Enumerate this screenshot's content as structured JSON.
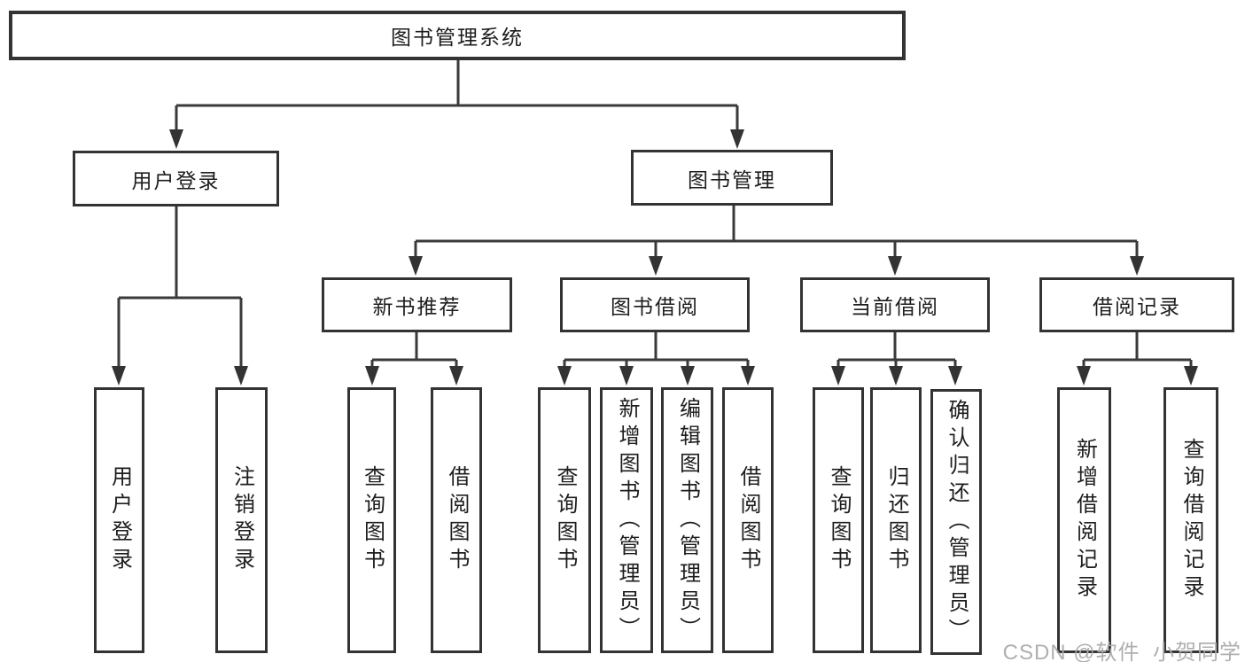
{
  "title": "图书管理系统",
  "level2": [
    "用户登录",
    "图书管理"
  ],
  "level3": [
    "新书推荐",
    "图书借阅",
    "当前借阅",
    "借阅记录"
  ],
  "leaves": {
    "login": [
      "用户登录",
      "注销登录"
    ],
    "recommend": [
      "查询图书",
      "借阅图书"
    ],
    "borrow": [
      "查询图书",
      "新增图书（管理员）",
      "编辑图书（管理员）",
      "借阅图书"
    ],
    "current": [
      "查询图书",
      "归还图书",
      "确认归还（管理员）"
    ],
    "records": [
      "新增借阅记录",
      "查询借阅记录"
    ]
  },
  "watermark": "CSDN @软件_小贺同学",
  "colors": {
    "background": "#ffffff",
    "line": "#3a3a3a",
    "text": "#1d1d1f",
    "watermark": "#ababaf"
  }
}
